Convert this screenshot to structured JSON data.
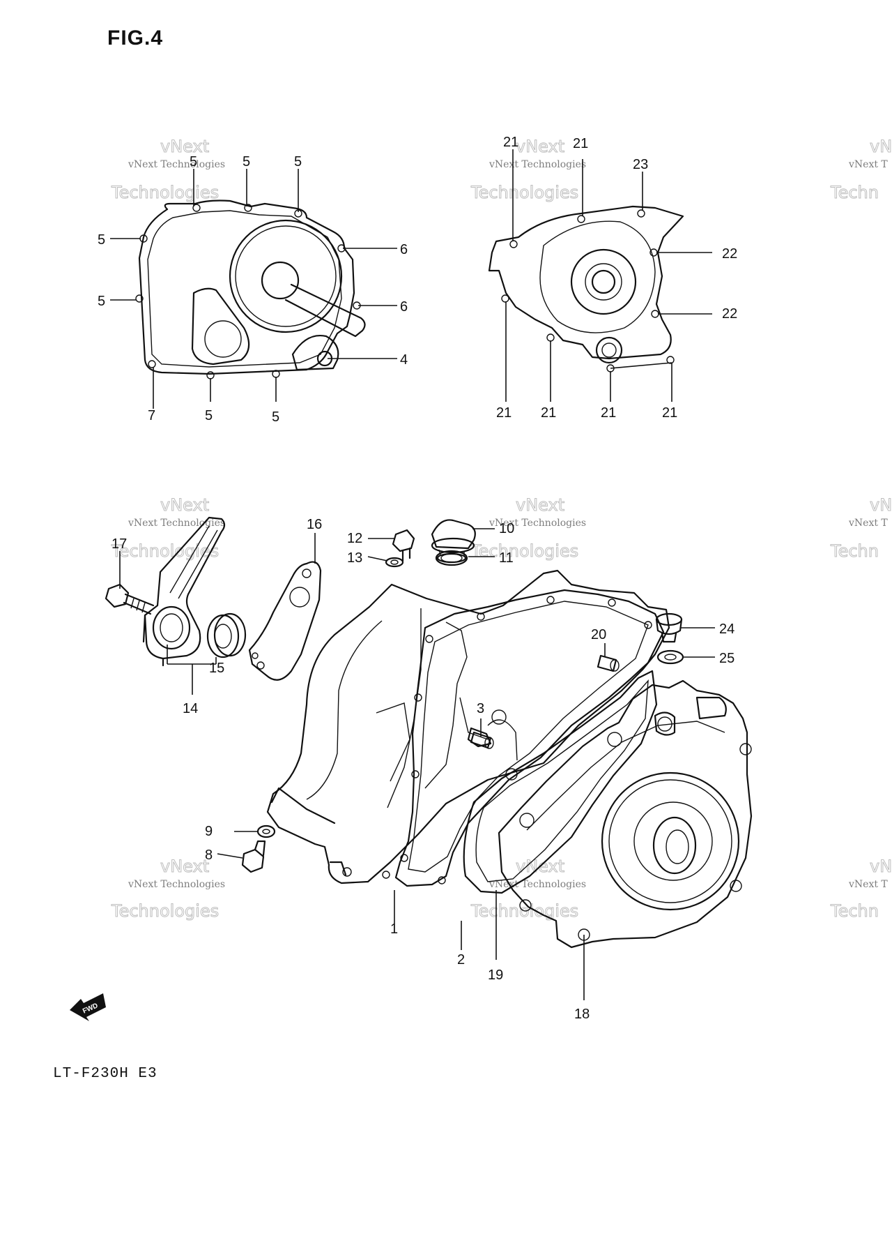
{
  "figure_title": "FIG.4",
  "model_label": "LT-F230H E3",
  "watermark": {
    "line1": "vNext",
    "line2": "vNext Technologies",
    "line3": "Technologies",
    "edge_top": "vN",
    "edge_mid": "vNext T",
    "edge_bottom": "Techn"
  },
  "fwd_badge": "FWD",
  "callouts": {
    "c1": "1",
    "c2": "2",
    "c3": "3",
    "c4": "4",
    "c5a": "5",
    "c5b": "5",
    "c5c": "5",
    "c5d": "5",
    "c5e": "5",
    "c5f": "5",
    "c5g": "5",
    "c6a": "6",
    "c6b": "6",
    "c7": "7",
    "c8": "8",
    "c9": "9",
    "c10": "10",
    "c11": "11",
    "c12": "12",
    "c13": "13",
    "c14": "14",
    "c15": "15",
    "c16": "16",
    "c17": "17",
    "c18": "18",
    "c19": "19",
    "c20": "20",
    "c21a": "21",
    "c21b": "21",
    "c21c": "21",
    "c21d": "21",
    "c21e": "21",
    "c21f": "21",
    "c22a": "22",
    "c22b": "22",
    "c23": "23",
    "c24": "24",
    "c25": "25"
  }
}
